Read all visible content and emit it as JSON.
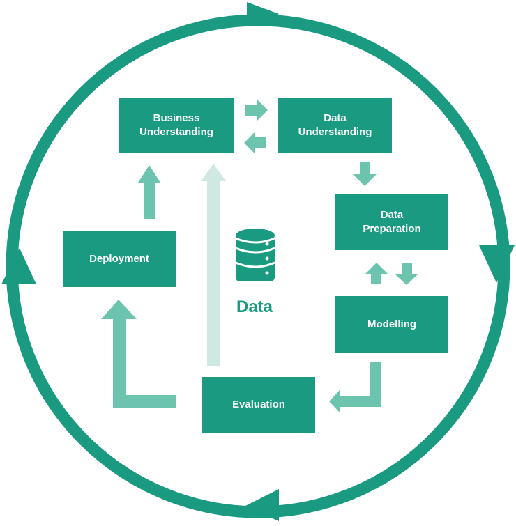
{
  "colors": {
    "primary": "#1a9a80",
    "light": "#6cc4af",
    "pale": "#cfe9e2",
    "white": "#ffffff"
  },
  "phases": {
    "business_understanding": [
      "Business",
      "Understanding"
    ],
    "data_understanding": [
      "Data",
      "Understanding"
    ],
    "data_preparation": [
      "Data",
      "Preparation"
    ],
    "modelling": [
      "Modelling"
    ],
    "evaluation": [
      "Evaluation"
    ],
    "deployment": [
      "Deployment"
    ]
  },
  "center": {
    "label": "Data",
    "icon": "database-icon"
  }
}
